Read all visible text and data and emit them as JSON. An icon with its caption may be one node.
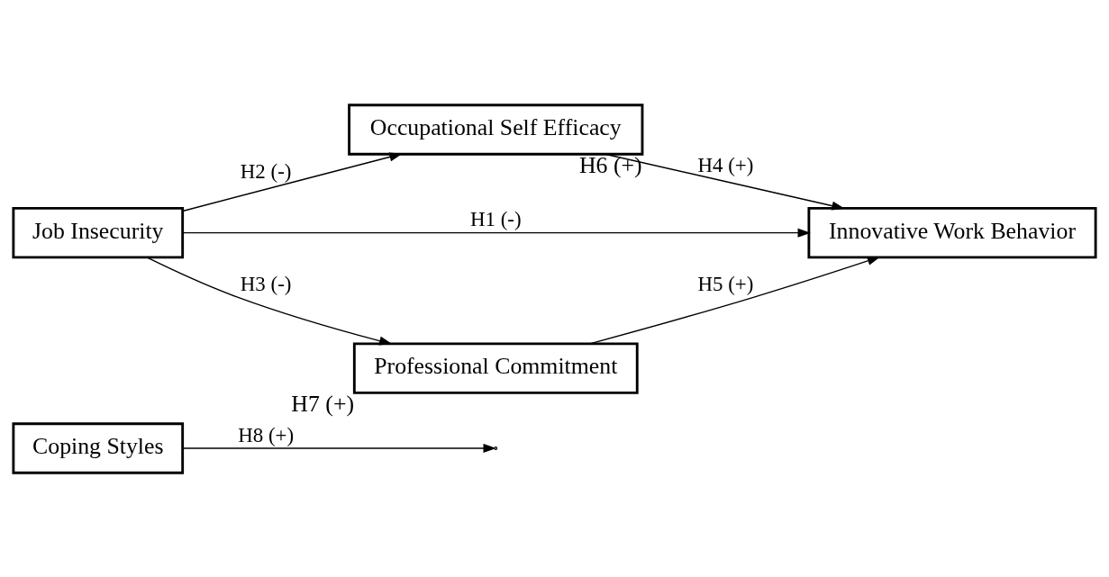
{
  "diagram": {
    "nodes": [
      {
        "text": [
          "Coping Styles"
        ]
      },
      {
        "text": [
          "Occupational Self Efficacy"
        ],
        "beside": [
          "H6 (+)"
        ]
      },
      {
        "text": [
          "Job Insecurity"
        ]
      },
      {
        "text": [
          "Innovative Work Behavior"
        ]
      },
      {
        "text": [
          "Professional Commitment"
        ],
        "beside": [
          "H7 (+)"
        ]
      }
    ],
    "edges": [
      {
        "from": 2,
        "to": 1,
        "arrow": "to",
        "label": "H2 (-)"
      },
      {
        "from": 1,
        "to": 3,
        "arrow": "to",
        "label": "H4 (+)"
      },
      {
        "from": 2,
        "to": 3,
        "arrow": "to",
        "label": "H1 (-)"
      },
      {
        "from": 2,
        "to": 4,
        "arrow": "to",
        "label": "H3 (-)"
      },
      {
        "from": 4,
        "to": 3,
        "arrow": "to",
        "label": "H5 (+)"
      },
      {
        "from": 0,
        "to": null,
        "arrow": "to",
        "label": "H8 (+)"
      }
    ]
  }
}
